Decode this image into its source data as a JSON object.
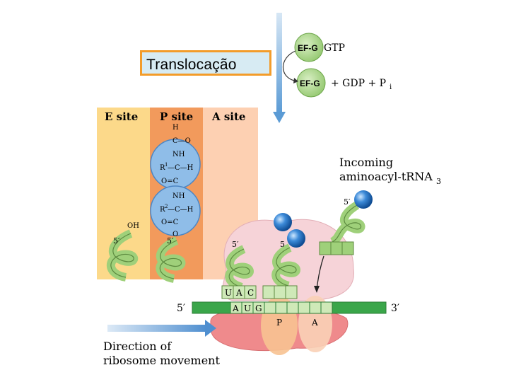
{
  "title": "Translocação",
  "factors": {
    "ef_g_top": "EF-G",
    "gtp": "GTP",
    "ef_g_bottom": "EF-G",
    "gdp": "+ GDP + P",
    "pi_sub": "i"
  },
  "sites": {
    "e": "E site",
    "p": "P site",
    "a": "A site"
  },
  "peptide": {
    "h_top": "H",
    "co_top": "C—O",
    "nh1": "NH",
    "r1": "R",
    "r1_sup": "1",
    "c_h1": "—C—H",
    "oc1": "O=C",
    "nh2": "NH",
    "r2": "R",
    "r2_sup": "2",
    "c_h2": "—C—H",
    "oc2": "O=C",
    "o_bottom": "O",
    "oh": "OH"
  },
  "prime_labels": {
    "e_5prime": "5′",
    "p_5prime": "5′",
    "ribo_5prime_a": "5′",
    "ribo_5prime_b": "5",
    "incoming_5prime": "5′"
  },
  "incoming": {
    "line1": "Incoming",
    "line2": "aminoacyl-tRNA",
    "sub": "3"
  },
  "anticodon": [
    "U",
    "A",
    "C"
  ],
  "codon": [
    "A",
    "U",
    "G"
  ],
  "mrna": {
    "five": "5′",
    "three": "3′"
  },
  "ribosome_sites": {
    "p": "P",
    "a": "A"
  },
  "movement": {
    "line1": "Direction of",
    "line2": "ribosome movement"
  },
  "colors": {
    "e_band": "#fcd98a",
    "p_band": "#f29a5c",
    "a_band": "#fdd0b2",
    "ribosome_large": "#f6d3d8",
    "ribosome_small": "#ef8a8c",
    "mrna": "#3aa64a",
    "trna": "#8cc96a",
    "ball": "#3c8ad8",
    "title_border": "#f39c2a",
    "title_bg": "#d7ebf3",
    "arrow": "#5b9bd5"
  }
}
